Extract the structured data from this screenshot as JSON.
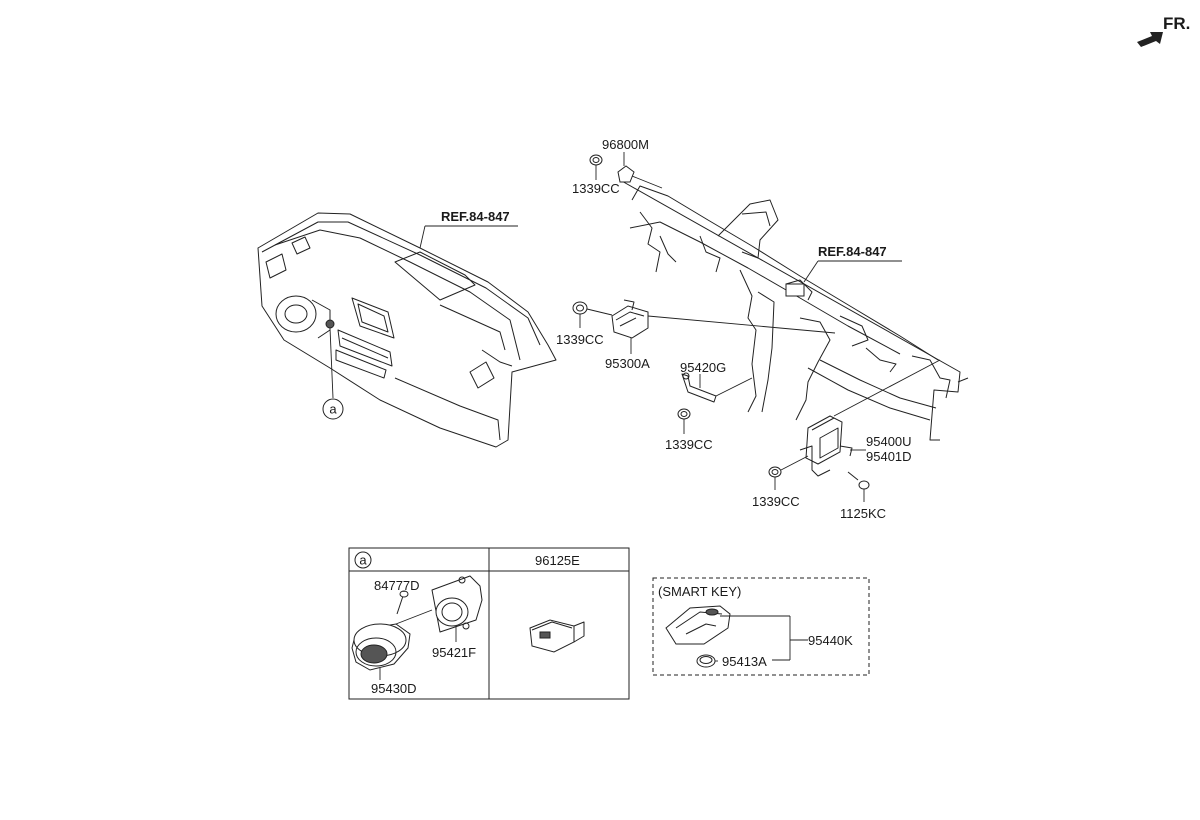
{
  "direction": {
    "label": "FR."
  },
  "refs": {
    "dashboard": "REF.84-847",
    "cowl_bar": "REF.84-847"
  },
  "callout_marker": "a",
  "parts": {
    "p96800M": "96800M",
    "p1339CC_top": "1339CC",
    "p1339CC_left": "1339CC",
    "p95300A": "95300A",
    "p95420G": "95420G",
    "p1339CC_mid": "1339CC",
    "p95400U": "95400U",
    "p95401D": "95401D",
    "p1339CC_bot": "1339CC",
    "p1125KC": "1125KC"
  },
  "table": {
    "col_a_marker": "a",
    "col_b_header": "96125E",
    "p84777D": "84777D",
    "p95421F": "95421F",
    "p95430D": "95430D"
  },
  "smart_key": {
    "title": "(SMART KEY)",
    "p95440K": "95440K",
    "p95413A": "95413A"
  }
}
